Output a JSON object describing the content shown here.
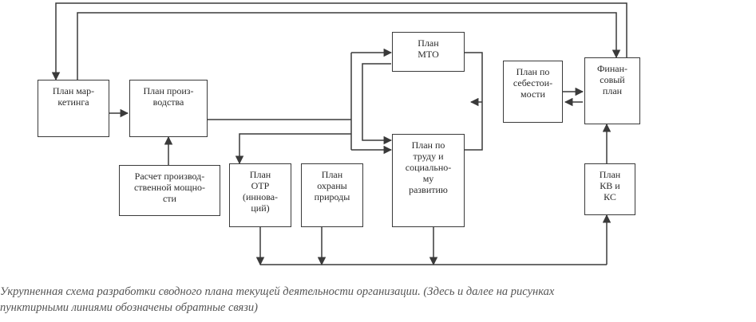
{
  "nodes": {
    "marketing": "План мар-\nкетинга",
    "production": "План произ-\nводства",
    "capacity": "Расчет производ-\nственной мощно-\nсти",
    "otr": "План\nОТР\n(иннова-\nций)",
    "nature": "План\nохраны\nприроды",
    "mto": "План\nМТО",
    "labor": "План по\nтруду и\nсоциально-\nму\nразвитию",
    "cost": "План по\nсебестои-\nмости",
    "finance": "Финан-\nсовый\nплан",
    "kv": "План\nКВ и\nКС"
  },
  "caption": "Укрупненная схема разработки сводного плана текущей деятельности организации. (Здесь и далее на рисунках\nпунктирными линиями обозначены обратные связи)"
}
